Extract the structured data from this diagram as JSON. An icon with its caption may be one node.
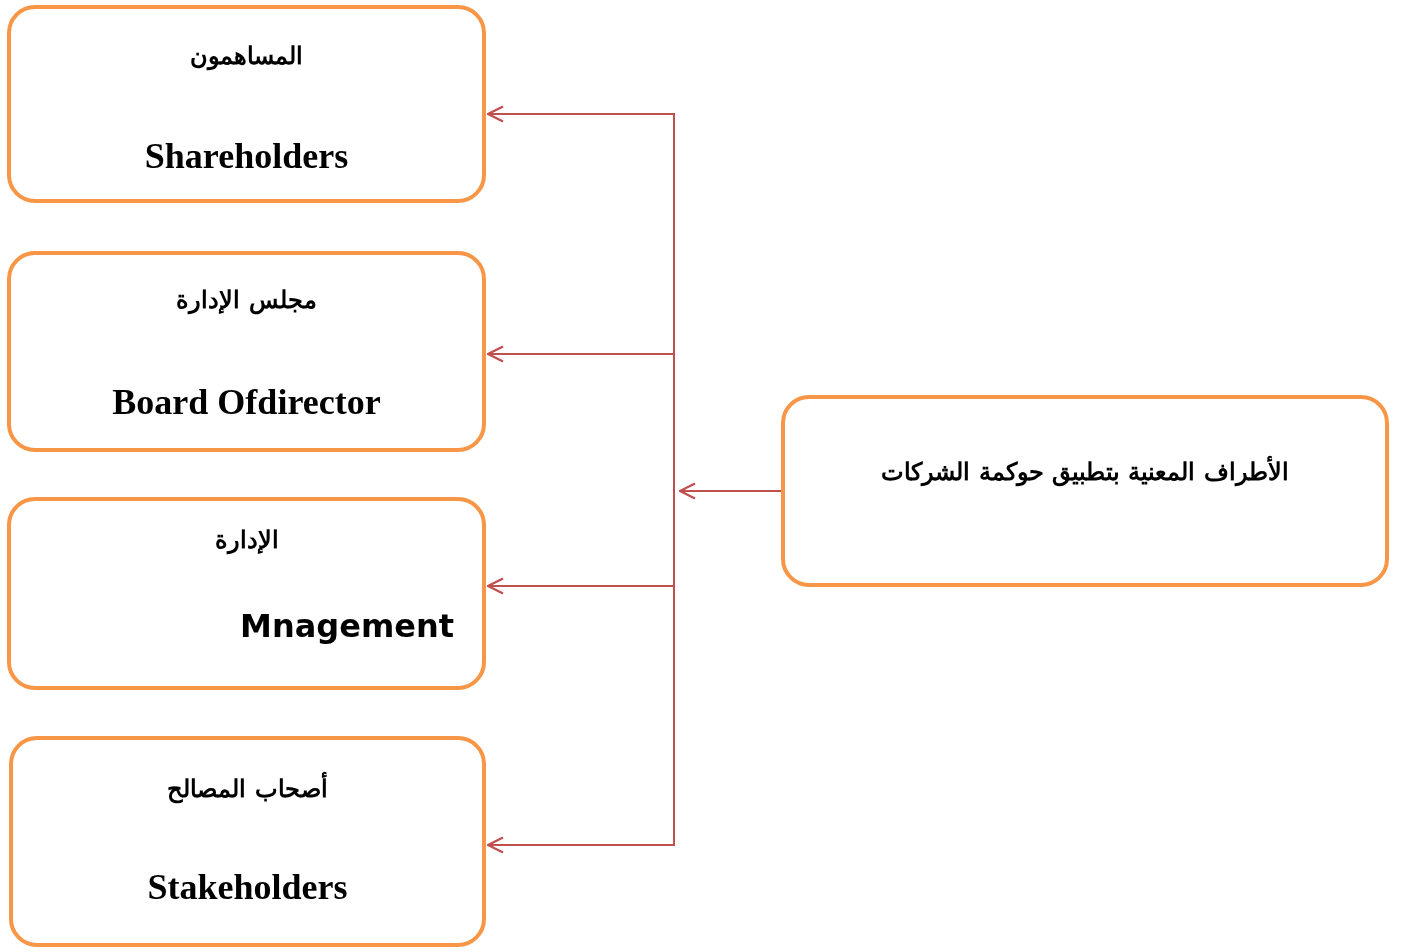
{
  "diagram": {
    "nodes": [
      {
        "text": [
          "الأطراف المعنية بتطبيق حوكمة الشركات"
        ]
      },
      {
        "text": [
          "المساهمون",
          "Shareholders"
        ]
      },
      {
        "text": [
          "مجلس الإدارة",
          "Board Ofdirector"
        ]
      },
      {
        "text": [
          "الإدارة",
          "Mnagement"
        ]
      },
      {
        "text": [
          "أصحاب المصالح",
          "Stakeholders"
        ]
      }
    ],
    "edges": [
      {
        "from": 0,
        "to": 1,
        "arrow": "to"
      },
      {
        "from": 0,
        "to": 2,
        "arrow": "to"
      },
      {
        "from": 0,
        "to": 3,
        "arrow": "to"
      },
      {
        "from": 0,
        "to": 4,
        "arrow": "to"
      }
    ]
  }
}
